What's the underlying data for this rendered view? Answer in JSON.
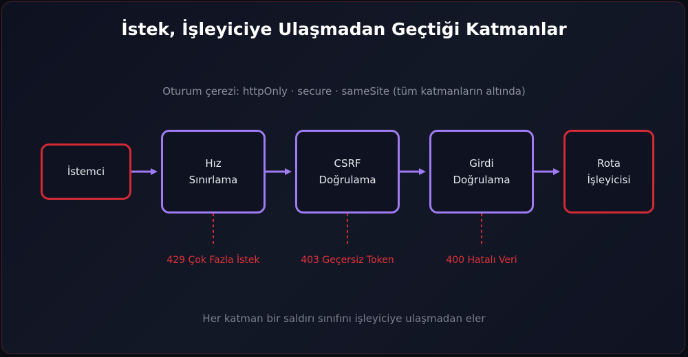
{
  "title": "İstek, İşleyiciye Ulaşmadan Geçtiği Katmanlar",
  "subtitle": "Oturum çerezi: httpOnly · secure · sameSite (tüm katmanların altında)",
  "footer": "Her katman bir saldırı sınıfını işleyiciye ulaşmadan eler",
  "nodes": {
    "client": "İstemci",
    "rate_limit": "Hız\nSınırlama",
    "csrf": "CSRF\nDoğrulama",
    "input": "Girdi\nDoğrulama",
    "handler": "Rota\nİşleyicisi"
  },
  "errors": {
    "rate_limit": "429 Çok Fazla İstek",
    "csrf": "403 Geçersiz Token",
    "input": "400 Hatalı Veri"
  },
  "colors": {
    "endpoint_border": "#d42a35",
    "layer_border": "#a07cf4",
    "arrow": "#a07cf4",
    "error_text": "#e2323b"
  }
}
